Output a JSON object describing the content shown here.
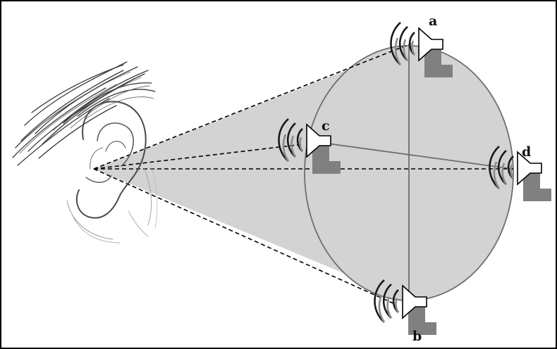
{
  "speakers": [
    {
      "id": "a",
      "label": "a"
    },
    {
      "id": "b",
      "label": "b"
    },
    {
      "id": "c",
      "label": "c"
    },
    {
      "id": "d",
      "label": "d"
    }
  ],
  "colors": {
    "cone_fill": "#d3d3d3",
    "circle_stroke": "#6e6e6e",
    "dashed_line": "#000000",
    "speaker_body": "#ffffff",
    "speaker_shadow": "#808080",
    "frame": "#000000"
  },
  "icons": {
    "listener": "ear-icon",
    "speaker": "loudspeaker-icon",
    "sound": "sound-waves-icon"
  }
}
